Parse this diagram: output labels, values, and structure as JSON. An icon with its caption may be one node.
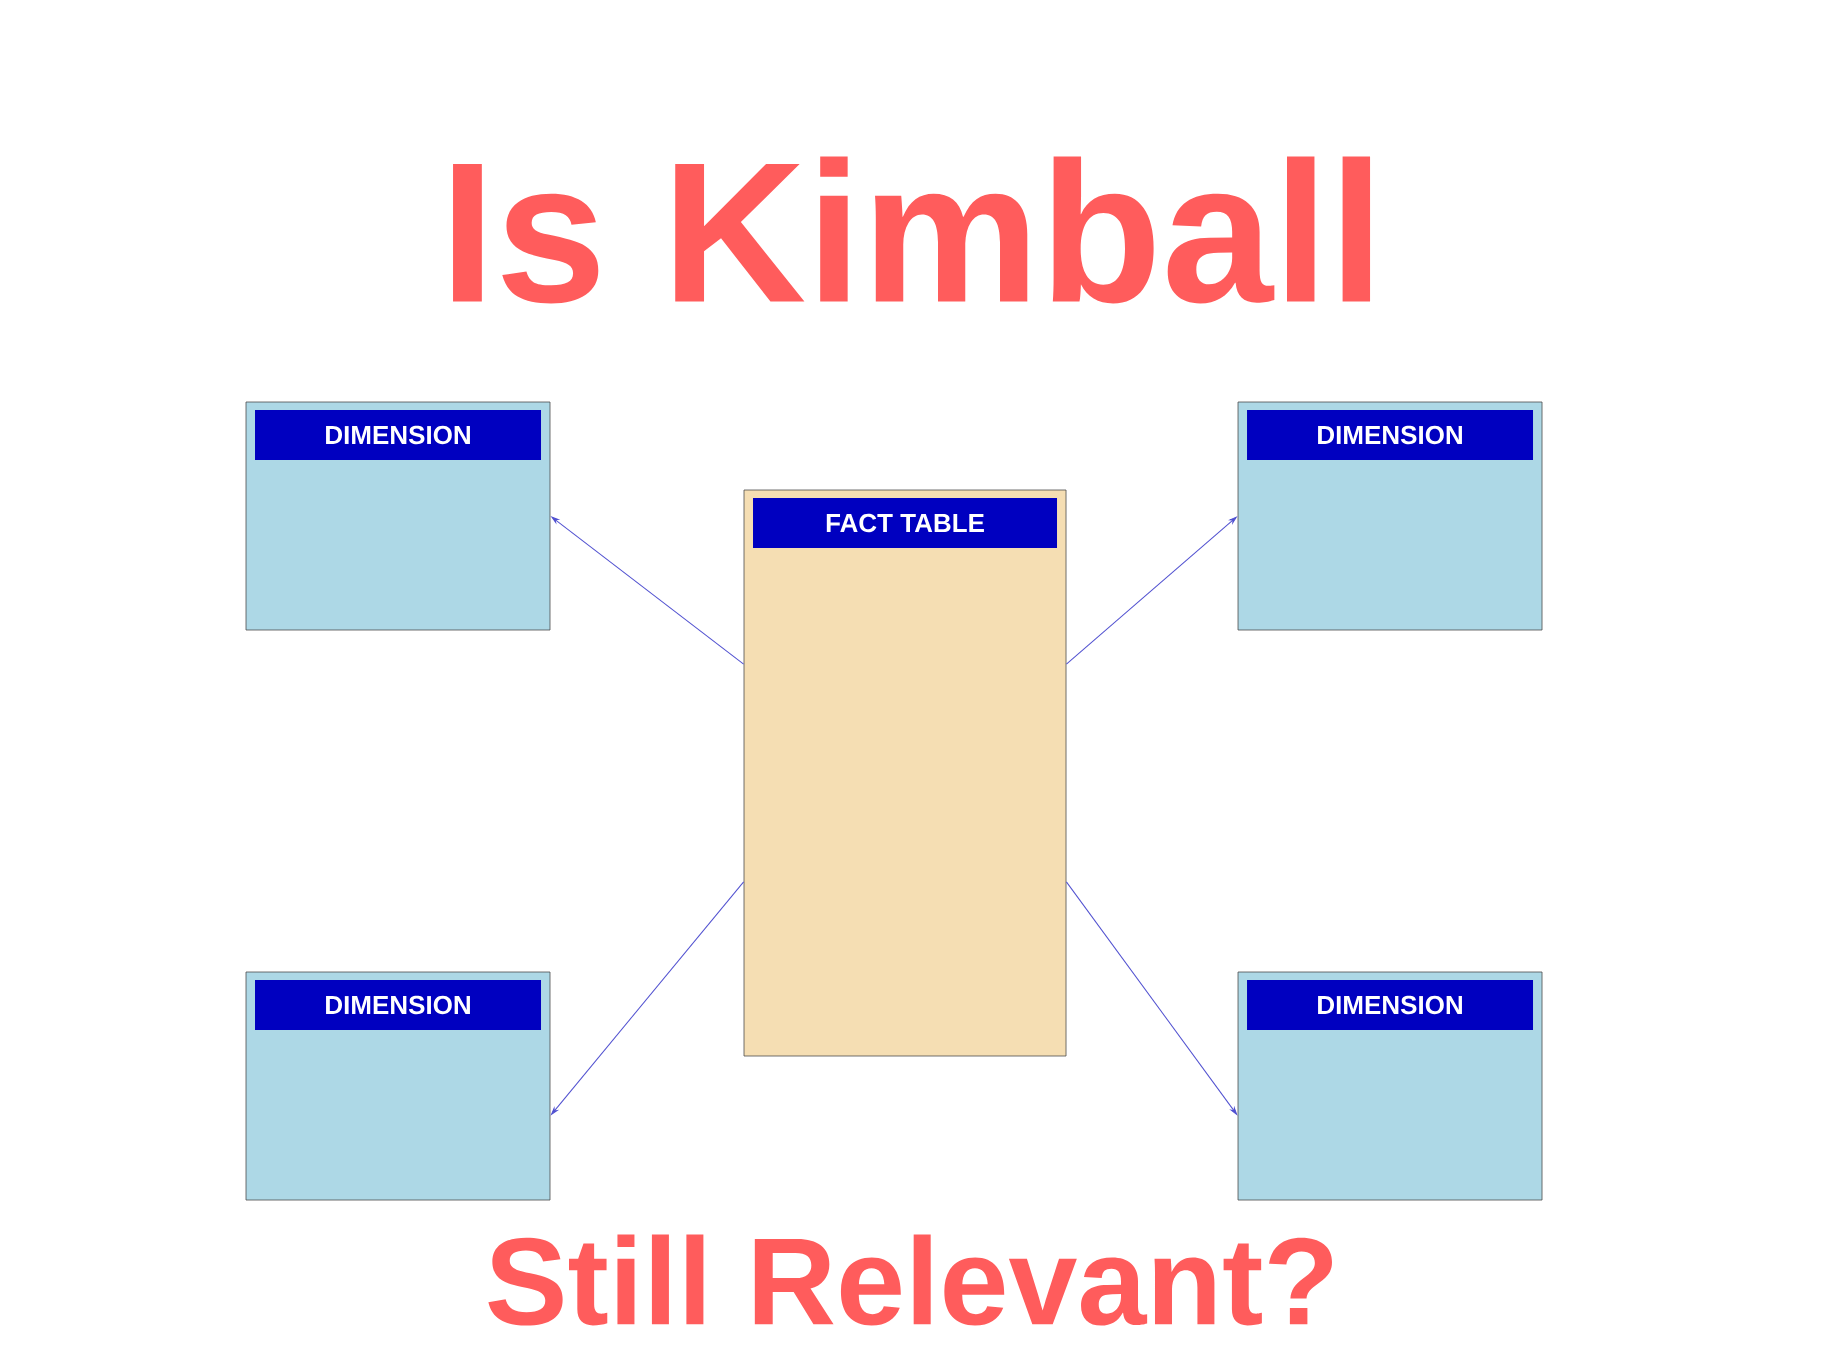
{
  "diagram": {
    "title": "Is Kimball",
    "nodes": [
      {
        "text": [
          "FACT TABLE"
        ]
      },
      {
        "text": [
          "DIMENSION"
        ]
      },
      {
        "text": [
          "DIMENSION"
        ]
      },
      {
        "text": [
          "DIMENSION"
        ]
      },
      {
        "text": [
          "DIMENSION"
        ]
      }
    ],
    "edges": [
      {
        "from": 0,
        "to": 1,
        "arrow": "to"
      },
      {
        "from": 0,
        "to": 2,
        "arrow": "to"
      },
      {
        "from": 0,
        "to": 3,
        "arrow": "to"
      },
      {
        "from": 0,
        "to": 4,
        "arrow": "to"
      }
    ],
    "labels": [
      "Still Relevant?"
    ]
  }
}
